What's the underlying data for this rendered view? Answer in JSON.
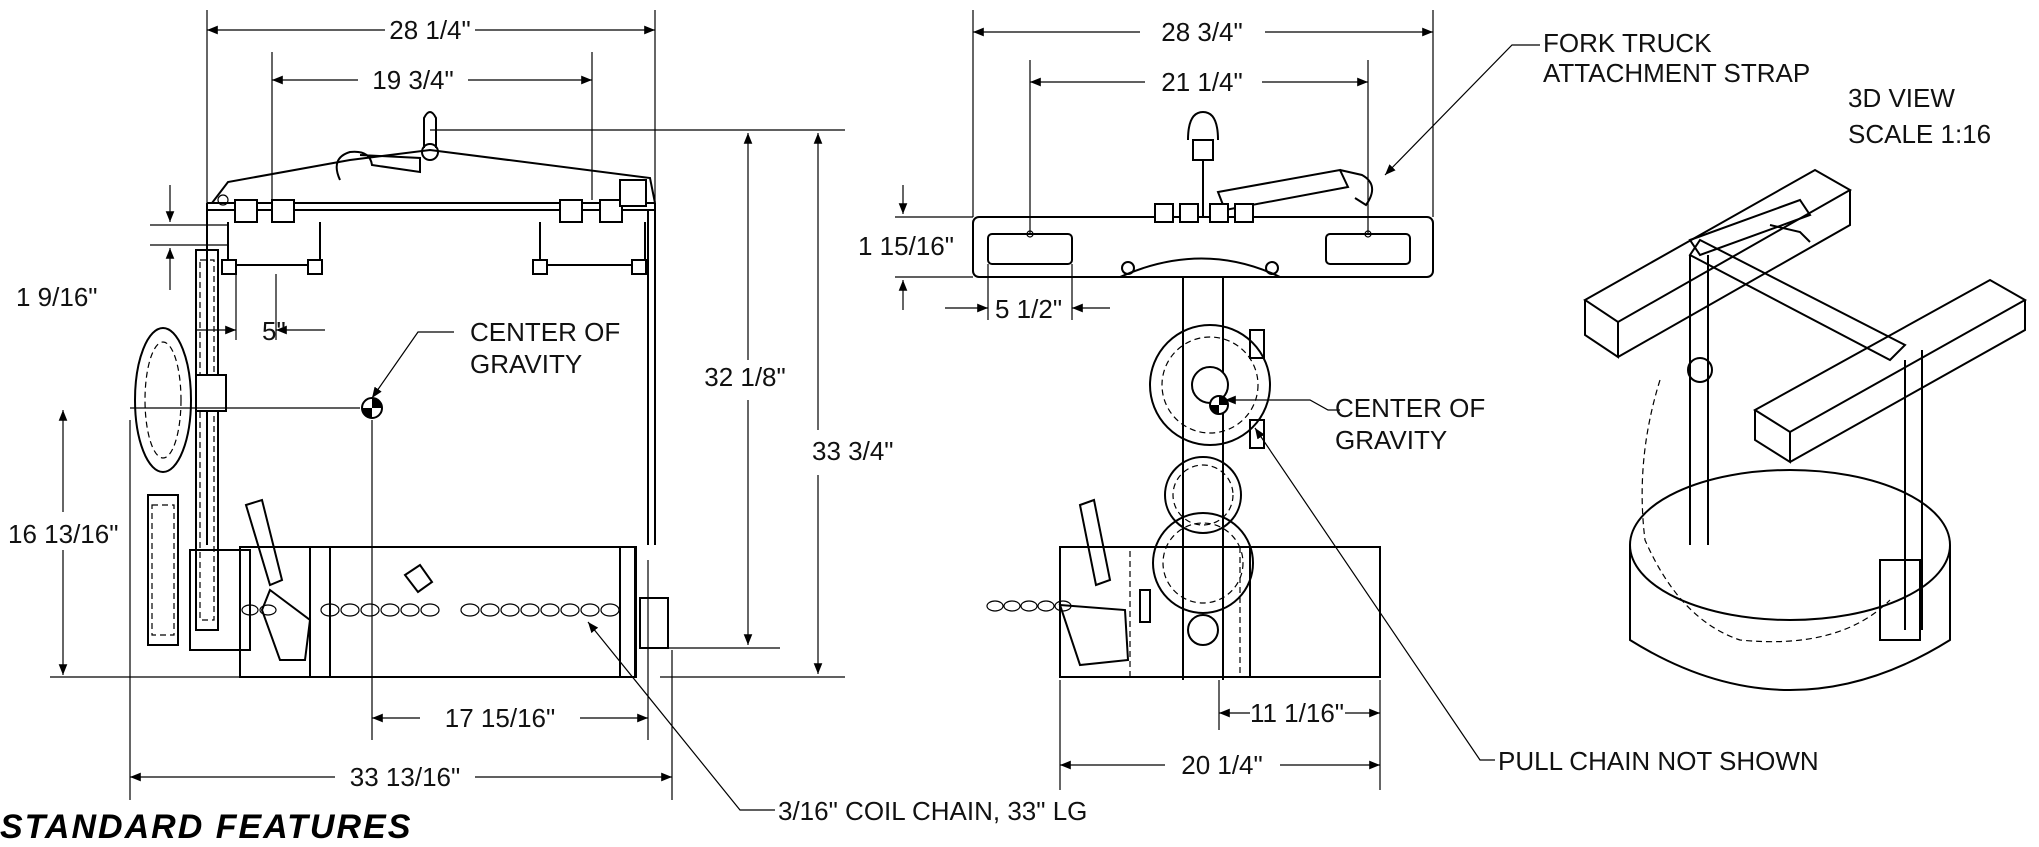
{
  "dimensions": {
    "side_overall_width": "28 1/4\"",
    "side_inner_width": "19 3/4\"",
    "side_height_total": "33 3/4\"",
    "side_height_inner": "32 1/8\"",
    "side_offset_small": "1 9/16\"",
    "side_clamp_spacing": "5\"",
    "side_cg_height": "16 13/16\"",
    "side_cg_horizontal": "17 15/16\"",
    "side_base_width": "33 13/16\"",
    "front_overall_width": "28 3/4\"",
    "front_inner_width": "21 1/4\"",
    "front_beam_height": "1 15/16\"",
    "front_slot_width": "5 1/2\"",
    "front_right_offset": "11 1/16\"",
    "front_base_width": "20 1/4\""
  },
  "notes": {
    "cg_side_line1": "CENTER OF",
    "cg_side_line2": "GRAVITY",
    "cg_front_line1": "CENTER OF",
    "cg_front_line2": "GRAVITY",
    "fork_line1": "FORK TRUCK",
    "fork_line2": "ATTACHMENT STRAP",
    "view_line1": "3D VIEW",
    "view_line2": "SCALE 1:16",
    "pull_chain": "PULL CHAIN NOT SHOWN",
    "coil_chain": "3/16\" COIL CHAIN, 33\" LG"
  },
  "heading": "STANDARD FEATURES"
}
